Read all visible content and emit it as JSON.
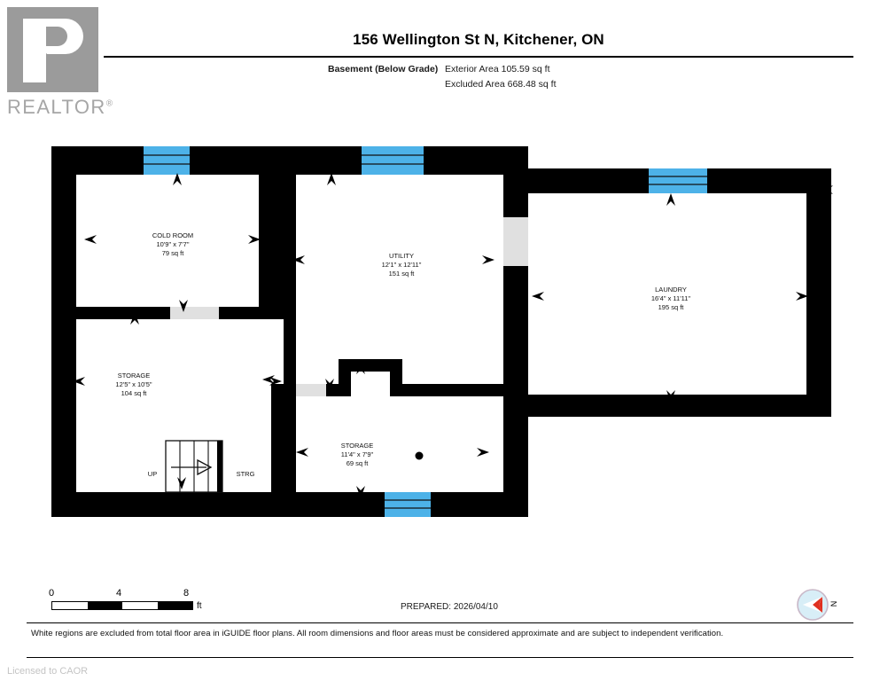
{
  "brand": {
    "logo_text": "REALTOR",
    "logo_registered": "®",
    "licensed_to": "Licensed to CAOR"
  },
  "header": {
    "title": "156 Wellington St N, Kitchener, ON",
    "level_label": "Basement (Below Grade)",
    "exterior_area": "Exterior Area 105.59 sq ft",
    "excluded_area": "Excluded Area 668.48 sq ft"
  },
  "footer": {
    "prepared": "PREPARED: 2026/04/10",
    "disclaimer": "White regions are excluded from total floor area in iGUIDE floor plans. All room dimensions and floor areas must be considered approximate and are subject to independent verification.",
    "scale": {
      "tick_0": "0",
      "tick_4": "4",
      "tick_8": "8",
      "unit": "ft"
    },
    "compass_label": "N"
  },
  "rooms": [
    {
      "name": "COLD ROOM",
      "dimensions": "10'9\" x 7'7\"",
      "area": "79 sq ft"
    },
    {
      "name": "UTILITY",
      "dimensions": "12'1\" x 12'11\"",
      "area": "151 sq ft"
    },
    {
      "name": "LAUNDRY",
      "dimensions": "16'4\" x 11'11\"",
      "area": "195 sq ft"
    },
    {
      "name": "STORAGE",
      "dimensions": "12'5\" x 10'5\"",
      "area": "104 sq ft"
    },
    {
      "name": "STORAGE",
      "dimensions": "11'4\" x 7'9\"",
      "area": "69 sq ft"
    }
  ],
  "annotations": {
    "stairs_up": "UP",
    "storage_closet": "STRG"
  },
  "colors": {
    "wall": "#000000",
    "window": "#4db2e8",
    "doorway": "#e0e0e0",
    "floor": "#ffffff",
    "logo_gray": "#9b9b9b",
    "compass_red": "#e03020",
    "compass_disc": "#bfe0f0"
  }
}
